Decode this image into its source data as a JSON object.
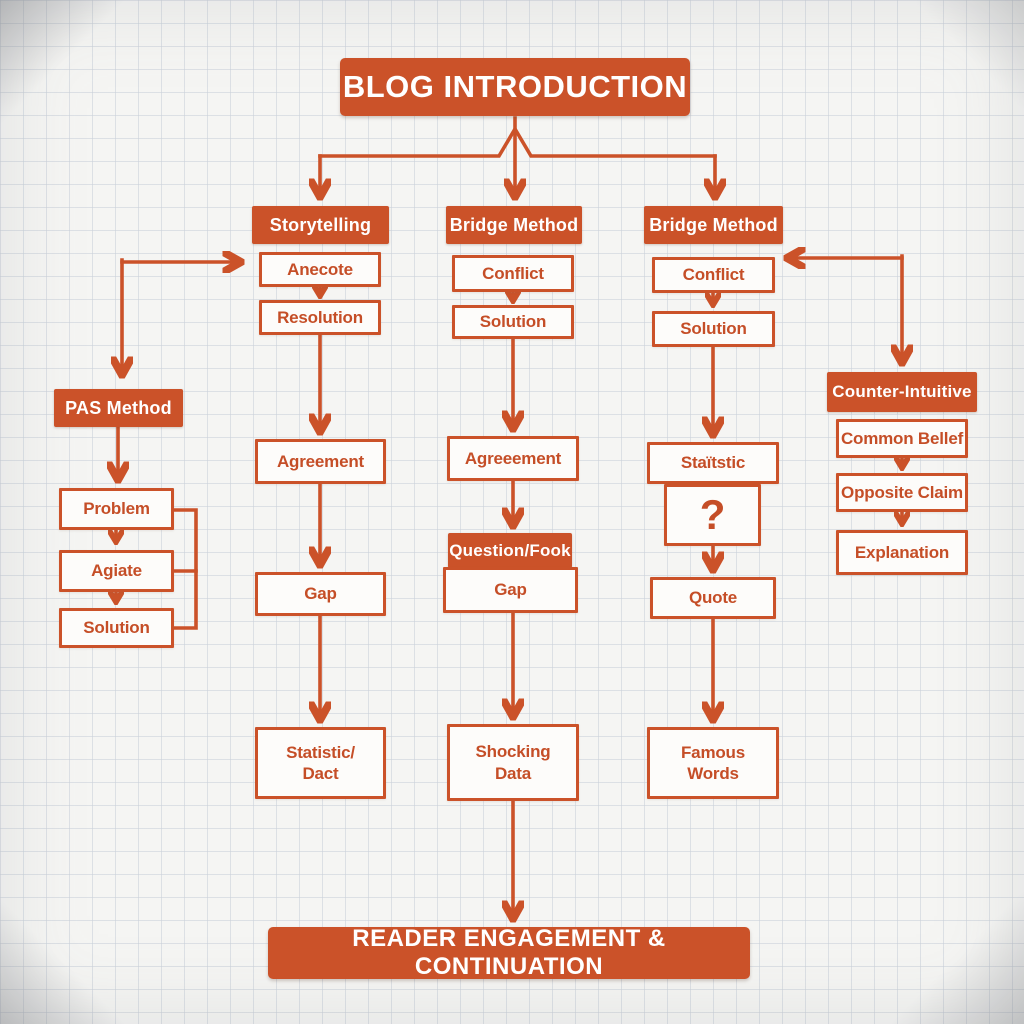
{
  "colors": {
    "accent": "#cb5229",
    "accent_text": "#c54e27",
    "box_fill": "#fdfcfa",
    "page_background": "#f5f5f3",
    "grid_line": "#c9d0d8",
    "text_on_accent": "#ffffff"
  },
  "title": "BLOG INTRODUCTION",
  "footer": "READER ENGAGEMENT & CONTINUATION",
  "pas": {
    "header": "PAS Method",
    "steps": [
      "Problem",
      "Agiate",
      "Solution"
    ]
  },
  "storytelling": {
    "header": "Storytelling",
    "anecdote": "Anecote",
    "resolution": "Resolution",
    "agreement": "Agreement",
    "gap": "Gap",
    "final": "Statistic/\nDact"
  },
  "bridge_mid": {
    "header": "Bridge Method",
    "conflict": "Conflict",
    "solution": "Solution",
    "agreement": "Agreeement",
    "hook_header": "Question/Fook",
    "gap": "Gap",
    "final": "Shocking\nData"
  },
  "bridge_right": {
    "header": "Bridge Method",
    "conflict": "Conflict",
    "solution": "Solution",
    "statistic": "Staïtstic",
    "question_mark": "?",
    "quote": "Quote",
    "final": "Famous\nWords"
  },
  "counter": {
    "header": "Counter-Intuitive",
    "steps": [
      "Common Bellef",
      "Opposite Claim",
      "Explanation"
    ]
  }
}
